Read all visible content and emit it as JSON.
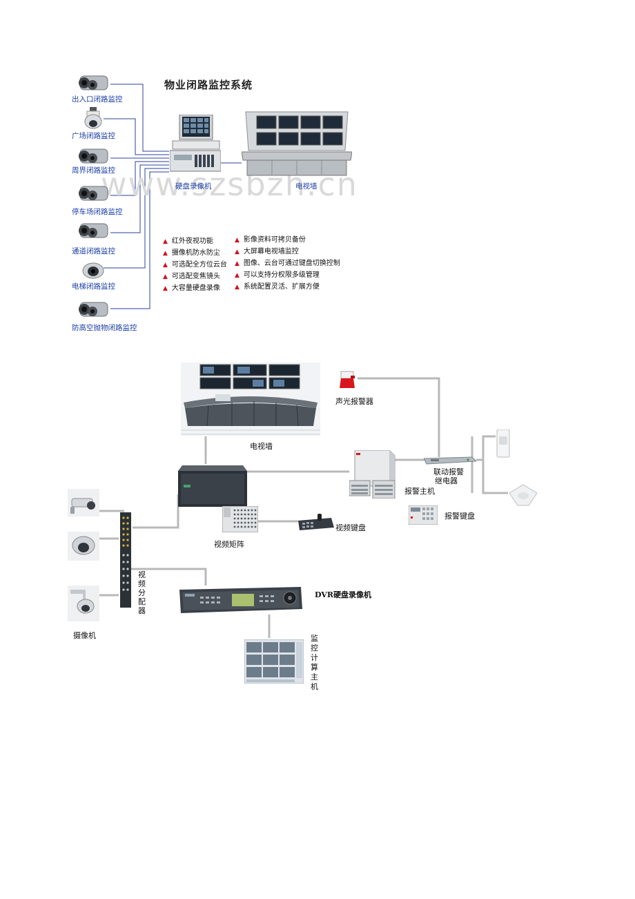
{
  "diagram1": {
    "title": "物业闭路监控系统",
    "watermark": "www.szsbzh.cn",
    "cameras": [
      {
        "label": "出入口闭路监控",
        "icon": "bullet-camera-icon"
      },
      {
        "label": "广场闭路监控",
        "icon": "speed-dome-camera-icon"
      },
      {
        "label": "周界闭路监控",
        "icon": "bullet-camera-icon"
      },
      {
        "label": "停车场闭路监控",
        "icon": "bullet-camera-icon"
      },
      {
        "label": "通道闭路监控",
        "icon": "bullet-camera-icon"
      },
      {
        "label": "电梯闭路监控",
        "icon": "dome-camera-icon"
      },
      {
        "label": "防高空抛物闭路监控",
        "icon": "bullet-camera-icon"
      }
    ],
    "dvr_label": "硬盘录像机",
    "tvwall_label": "电视墙",
    "features_left": [
      "红外夜视功能",
      "摄像机防水防尘",
      "可选配全方位云台",
      "可选配变焦镜头",
      "大容量硬盘录像"
    ],
    "features_right": [
      "影像资料可拷贝备份",
      "大屏幕电视墙监控",
      "图像、云台可通过键盘切换控制",
      "可以支持分权限多级管理",
      "系统配置灵活、扩展方便"
    ],
    "bullet_glyph": "▲"
  },
  "diagram2": {
    "tvwall_label": "电视墙",
    "siren_label": "声光报警器",
    "alarm_host_label": "报警主机",
    "relay_label_line1": "联动报警",
    "relay_label_line2": "继电器",
    "alarm_keypad_label": "报警键盘",
    "matrix_label": "视频矩阵",
    "video_keyboard_label": "视频键盘",
    "splitter_label": "视频分配器",
    "camera_label": "摄像机",
    "dvr_label": "DVR硬盘录像机",
    "monitor_pc_label": "监控计算主机"
  },
  "colors": {
    "diagram1_lines": "#2a3f9e",
    "diagram2_lines": "#b8b8b8",
    "label_blue": "#1b3ea8",
    "feature_triangle": "#d0121b"
  }
}
